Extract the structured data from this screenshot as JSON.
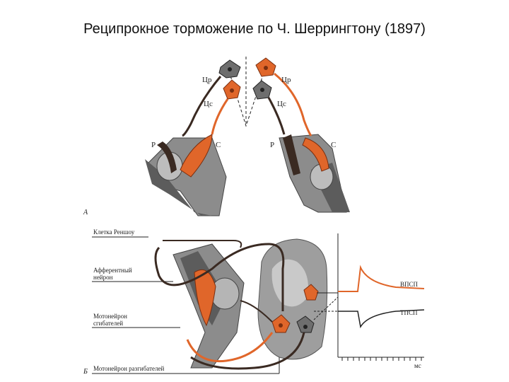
{
  "title": "Реципрокное торможение по  Ч. Шеррингтону (1897)",
  "panel_a": {
    "letter": "А",
    "left": {
      "cr": "Цр",
      "cs": "Цс",
      "r": "Р",
      "s": "С"
    },
    "right": {
      "cr": "Цр",
      "cs": "Цс",
      "r": "Р",
      "s": "С"
    }
  },
  "panel_b": {
    "letter": "Б",
    "label_renshaw": "Клетка Реншоу",
    "label_afferent_1": "Афферентный",
    "label_afferent_2": "нейрон",
    "label_flexor_mn_1": "Мотонейрон",
    "label_flexor_mn_2": "сгибателей",
    "label_extensor_mn": "Мотонейрон разгибателей",
    "trace_epsp": "ВПСП",
    "trace_ipsp": "ТПСП",
    "time_unit": "мс"
  },
  "colors": {
    "orange": "#e0662a",
    "dark": "#3a2a22",
    "gray": "#8c8c8c",
    "light_gray": "#c9c9c9"
  }
}
